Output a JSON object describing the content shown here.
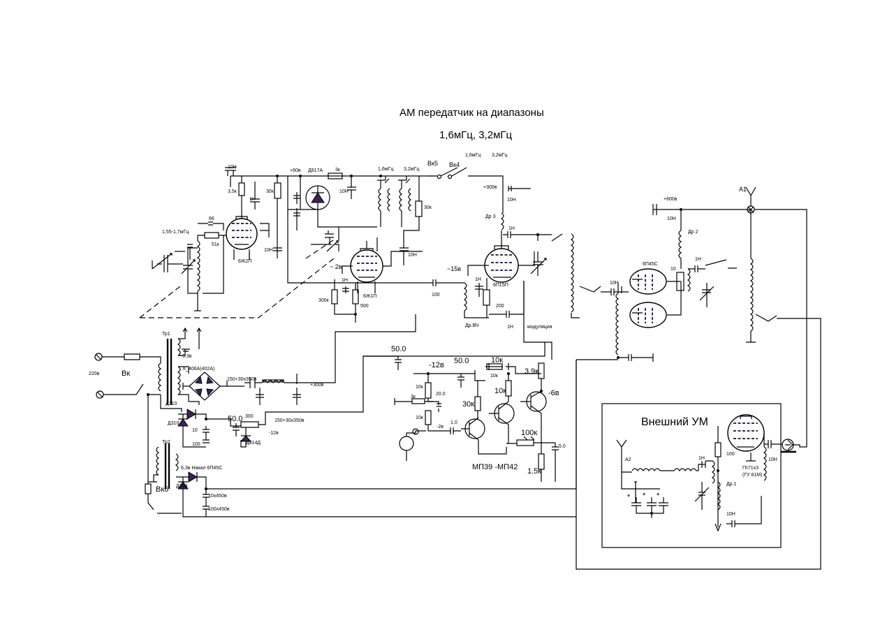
{
  "title": {
    "line1": "АМ передатчик на диапазоны",
    "line2": "1,6мГц, 3,2мГц"
  },
  "external_amp": {
    "title": "Внешний УМ",
    "labels": {
      "antenna": "A2",
      "c_1n": "1Н",
      "r_100": "100",
      "tube": "ГК71х3",
      "tube2": "(ГУ 81М)",
      "choke": "Др.1",
      "c_10n_a": "10Н",
      "c_10n_b": "10Н",
      "star": "*"
    }
  },
  "labels": {
    "osc_range": "1,55-1,7мГц",
    "c_66": "66",
    "r_51k": "51к",
    "r_3_5k": "3,5к",
    "c_10n_top": "10Н",
    "c_1n_osc": "1Н",
    "tube_6zh2p": "6Ж2П",
    "v60": "+60в",
    "d817a": "Д817А",
    "r_30k": "30к",
    "r_3k": "3к",
    "c_10n_stab": "10Н",
    "c_10n_stab2": "10Н",
    "c_10n_mid": "10Н",
    "b_16": "1,6мГц",
    "b_32": "3,2мГц",
    "vk5": "Вк5",
    "vk4": "Вк4",
    "b_16b": "1,6мГц",
    "b_32b": "3,2мГц",
    "r_30k2": "30к",
    "c_10n_b": "10Н",
    "v2": "~ 2в",
    "c_1n_b": "1Н",
    "r_300k": "300к",
    "r_500": "500",
    "tube_6zh1p": "6Ж1П",
    "c_100": "100",
    "v15": "~15в",
    "v300": "+300в",
    "c_10n_c": "10Н",
    "dr3": "Др 3",
    "c_1n_c": "1Н",
    "tube_6p15p": "6П15П",
    "c_1n_d": "1Н",
    "r_200": "200",
    "c_1n_e": "1Н",
    "drvch": "Др.ВЧ",
    "modul": "модуляция",
    "v600": "+600в",
    "c_10n_d": "10Н",
    "dr2": "Др 2",
    "c_1n_f": "1Н",
    "tube_6p45c": "6П45С",
    "r_10": "10",
    "c_10n_e": "10Н",
    "a1": "А1",
    "tr1": "Тр1",
    "v63": "~ 6.3в",
    "k406": "К_406А(402А)",
    "v220": "220в",
    "vk": "Вк",
    "f_150": "150+30х350в",
    "v300b": "+300в",
    "d310": "Д310",
    "d310b": "Д310",
    "c_10": "10",
    "c_100b": "100",
    "c_50_0a": "50.0",
    "r_300": "300",
    "d814": "Д814Д",
    "v12a": "-12в",
    "f_150b": "150+30х350в",
    "tr2": "Тр2",
    "v63b": "6,3в Накал 6П45С",
    "vk6": "Вк6",
    "d248": "Д248",
    "c_10x450": "10х450в",
    "c_100x450": "100х450в",
    "c_50_0b": "50.0",
    "v12b": "-12в",
    "c_50_0c": "50.0",
    "r_10k_a": "10к",
    "r_3_9k": "3.9к",
    "r_10k_b": "10к",
    "r_10k_c": "10к",
    "c_20_0": "20.0",
    "r_3k_b": "3к",
    "r_30k_b": "30к",
    "r_10k_d": "10к",
    "v6": "-6в",
    "v2b": "-2в",
    "c_1_0": "1.0",
    "r_100k": "100к",
    "c_5_0": "5.0",
    "r_1_5k": "1.5к",
    "mp": "МП39 -МП42",
    "r_10k_e": "10к"
  }
}
